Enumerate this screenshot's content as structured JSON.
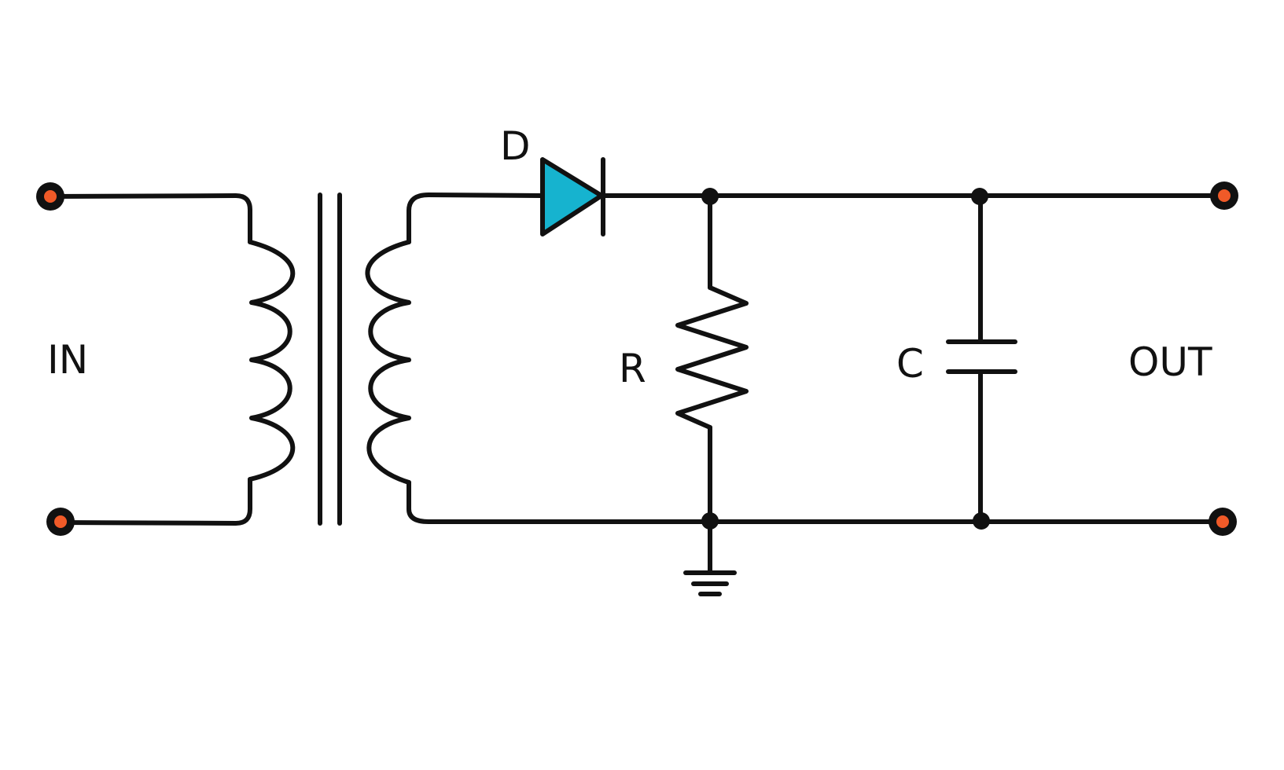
{
  "diagram": {
    "labels": {
      "input": "IN",
      "output": "OUT",
      "diode": "D",
      "resistor": "R",
      "capacitor": "C"
    },
    "colors": {
      "line": "#111111",
      "terminal_fill": "#f05a28",
      "diode_fill": "#16b3cf",
      "background": "#ffffff"
    },
    "components": [
      "transformer",
      "diode",
      "resistor",
      "capacitor",
      "ground"
    ]
  }
}
